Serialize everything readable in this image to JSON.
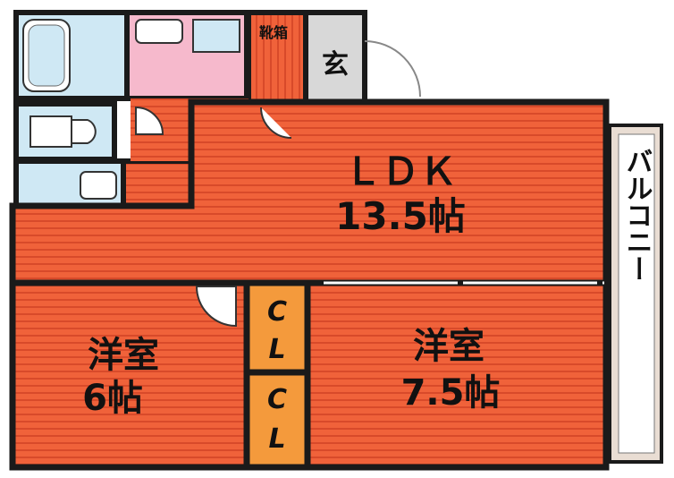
{
  "colors": {
    "wall": "#1a1a1a",
    "floor_orange": "#f0623a",
    "floor_stripe": "#d84a2a",
    "cl_orange": "#f49a3c",
    "bath_blue": "#cfe8f4",
    "wash_pink": "#f6b9cc",
    "genkan_gray": "#d8d8d8",
    "balcony": "#e9ddd3"
  },
  "rooms": {
    "ldk": {
      "name": "ＬＤＫ",
      "size": "13.5帖"
    },
    "western_left": {
      "name": "洋室",
      "size": "6帖"
    },
    "western_right": {
      "name": "洋室",
      "size": "7.5帖"
    },
    "closet_top": {
      "name": "ＣＬ"
    },
    "closet_bottom": {
      "name": "ＣＬ"
    },
    "genkan": {
      "name": "玄"
    },
    "shoebox": {
      "name": "靴箱"
    },
    "balcony": {
      "name": "バルコニー"
    }
  }
}
